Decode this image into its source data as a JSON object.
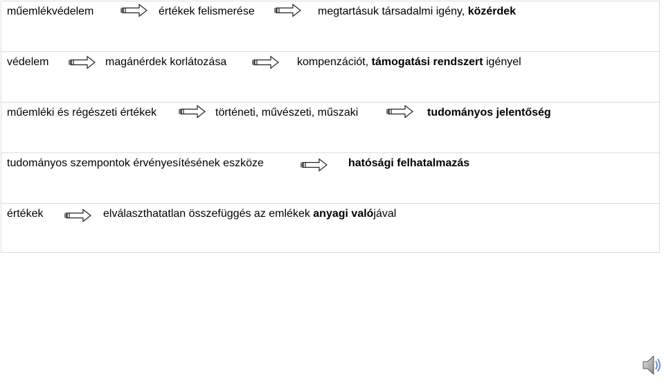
{
  "rows": [
    {
      "a": "műemlékvédelem",
      "b": "értékek felismerése",
      "c_plain": "megtartásuk társadalmi igény, ",
      "c_bold": "közérdek"
    },
    {
      "a": "védelem",
      "b": "magánérdek korlátozása",
      "c_plain": "kompenzációt, ",
      "c_bold": "támogatási rendszert",
      "c_tail": " igényel"
    },
    {
      "a": "műemléki és régészeti értékek",
      "b": "történeti, művészeti, műszaki",
      "c_bold": "tudományos jelentőség"
    },
    {
      "a": "tudományos szempontok érvényesítésének eszköze",
      "b_bold": "hatósági felhatalmazás"
    },
    {
      "a": "értékek",
      "b_plain": "elválaszthatatlan összefüggés az emlékek ",
      "b_bold1": "anyagi való",
      "b_tail": "jával"
    }
  ],
  "icons": {
    "arrow": "right-arrow-icon",
    "speaker": "speaker-icon"
  }
}
